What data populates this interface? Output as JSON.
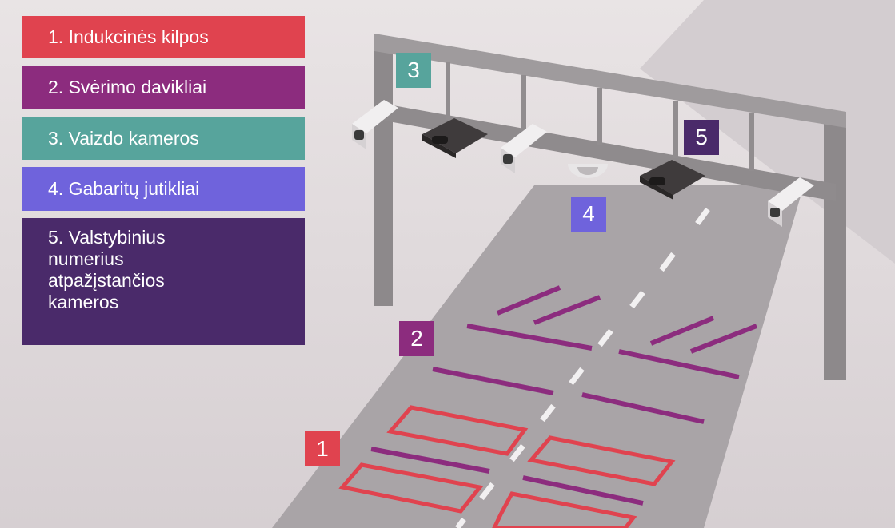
{
  "colors": {
    "inductive_loops": "#e0434f",
    "weigh_sensors": "#8c2c7e",
    "video_cameras": "#57a49c",
    "dimension_sensors": "#6f63dc",
    "plate_cameras": "#4a2a6a",
    "road": "#a8a3a6",
    "gantry": "#a6a2a4",
    "background": "#dcd6d8"
  },
  "legend": [
    {
      "number": "1",
      "label": "1. Indukcinės kilpos",
      "color": "#e0434f"
    },
    {
      "number": "2",
      "label": "2. Svėrimo davikliai",
      "color": "#8c2c7e"
    },
    {
      "number": "3",
      "label": "3. Vaizdo kameros",
      "color": "#57a49c"
    },
    {
      "number": "4",
      "label": "4. Gabaritų jutikliai",
      "color": "#6f63dc"
    },
    {
      "number": "5",
      "label": "5. Valstybinius\nnumerius\natpažįstančios\nkameros",
      "color": "#4a2a6a"
    }
  ],
  "badges": {
    "loops": "1",
    "weigh": "2",
    "video": "3",
    "dimension": "4",
    "plates": "5"
  },
  "icons": {
    "video_camera": "cctv-camera-icon",
    "plate_camera": "anpr-camera-icon",
    "dimension_sensor": "dome-sensor-icon"
  }
}
